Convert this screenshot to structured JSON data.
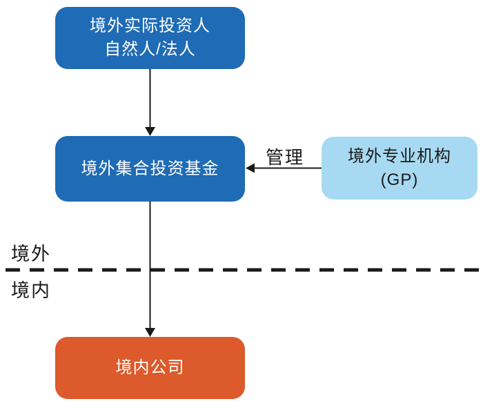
{
  "diagram": {
    "type": "flowchart",
    "nodes": {
      "overseas_investor": {
        "line1": "境外实际投资人",
        "line2": "自然人/法人"
      },
      "overseas_fund": {
        "label": "境外集合投资基金"
      },
      "overseas_gp": {
        "line1": "境外专业机构",
        "line2": "(GP)"
      },
      "domestic_company": {
        "label": "境内公司"
      }
    },
    "edges": {
      "investor_to_fund": {
        "from": "overseas_investor",
        "to": "overseas_fund",
        "label": ""
      },
      "gp_to_fund": {
        "from": "overseas_gp",
        "to": "overseas_fund",
        "label": "管理"
      },
      "fund_to_company": {
        "from": "overseas_fund",
        "to": "domestic_company",
        "label": ""
      }
    },
    "regions": {
      "above_dashed_line": "境外",
      "below_dashed_line": "境内"
    },
    "colors": {
      "primary_blue": "#1F6BB5",
      "light_blue": "#A7DAF2",
      "orange": "#DC5A2B",
      "connector_black": "#1a1a1a",
      "text_on_dark": "#ffffff",
      "background": "#ffffff"
    }
  }
}
